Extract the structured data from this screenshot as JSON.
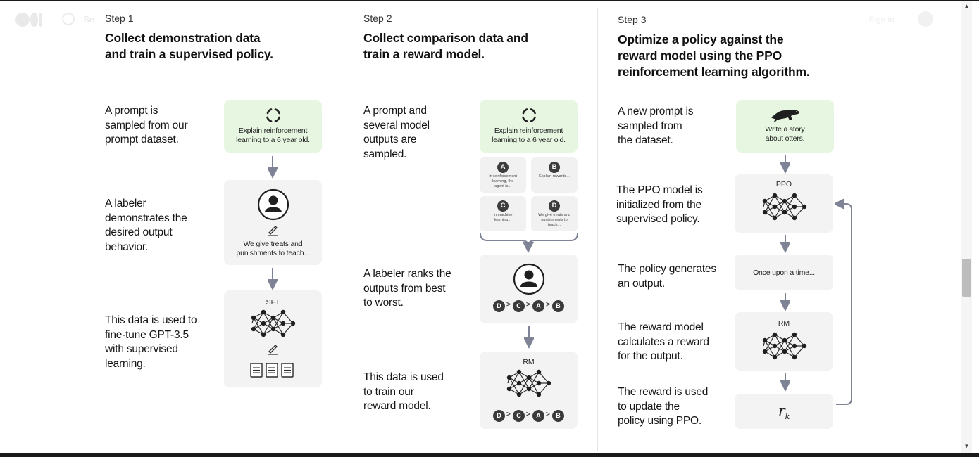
{
  "header": {
    "search_text": "Se",
    "signin_text": "Sign in",
    "icons": [
      "medium-logo-icon",
      "search-icon",
      "avatar-icon"
    ]
  },
  "step1": {
    "label": "Step 1",
    "title_line1": "Collect demonstration data",
    "title_line2": "and train a supervised policy.",
    "desc1": [
      "A prompt is",
      "sampled from our",
      "prompt dataset."
    ],
    "prompt_box": [
      "Explain reinforcement",
      "learning to a 6 year old."
    ],
    "desc2": [
      "A labeler",
      "demonstrates the",
      "desired output",
      "behavior."
    ],
    "labeler_box": [
      "We give treats and",
      "punishments to teach..."
    ],
    "desc3": [
      "This data is used to",
      "fine-tune GPT-3.5",
      "with supervised",
      "learning."
    ],
    "model_label": "SFT"
  },
  "step2": {
    "label": "Step 2",
    "title_line1": "Collect comparison data and",
    "title_line2": "train a reward model.",
    "desc1": [
      "A prompt and",
      "several model",
      "outputs are",
      "sampled."
    ],
    "prompt_box": [
      "Explain reinforcement",
      "learning to a 6 year old."
    ],
    "outputs": [
      {
        "letter": "A",
        "text": [
          "In reinforcement",
          "learning, the",
          "agent is..."
        ]
      },
      {
        "letter": "B",
        "text": [
          "Explain rewards..."
        ]
      },
      {
        "letter": "C",
        "text": [
          "In machine",
          "learning..."
        ]
      },
      {
        "letter": "D",
        "text": [
          "We give treats and",
          "punishments to",
          "teach..."
        ]
      }
    ],
    "desc2": [
      "A labeler ranks the",
      "outputs from best",
      "to worst."
    ],
    "ranking": [
      "D",
      "C",
      "A",
      "B"
    ],
    "ranking_sep": ">",
    "desc3": [
      "This data is used",
      "to train our",
      "reward model."
    ],
    "model_label": "RM"
  },
  "step3": {
    "label": "Step 3",
    "title_line1": "Optimize a policy against the",
    "title_line2": "reward model using the PPO",
    "title_line3": "reinforcement learning algorithm.",
    "desc1": [
      "A new prompt is",
      "sampled from",
      "the dataset."
    ],
    "prompt_box": [
      "Write a story",
      "about otters."
    ],
    "desc2": [
      "The PPO model is",
      "initialized from the",
      "supervised policy."
    ],
    "ppo_label": "PPO",
    "desc3": [
      "The policy generates",
      "an output."
    ],
    "output_text": "Once upon a time...",
    "desc4": [
      "The reward model",
      "calculates a reward",
      "for the output."
    ],
    "rm_label": "RM",
    "desc5": [
      "The reward is used",
      "to update the",
      "policy using PPO."
    ],
    "reward_symbol": "r",
    "reward_subscript": "k"
  },
  "colors": {
    "green_box": "#e6f6e0",
    "gray_box": "#f3f3f3",
    "arrow": "#7e8496",
    "dark": "#3a3a3a"
  }
}
